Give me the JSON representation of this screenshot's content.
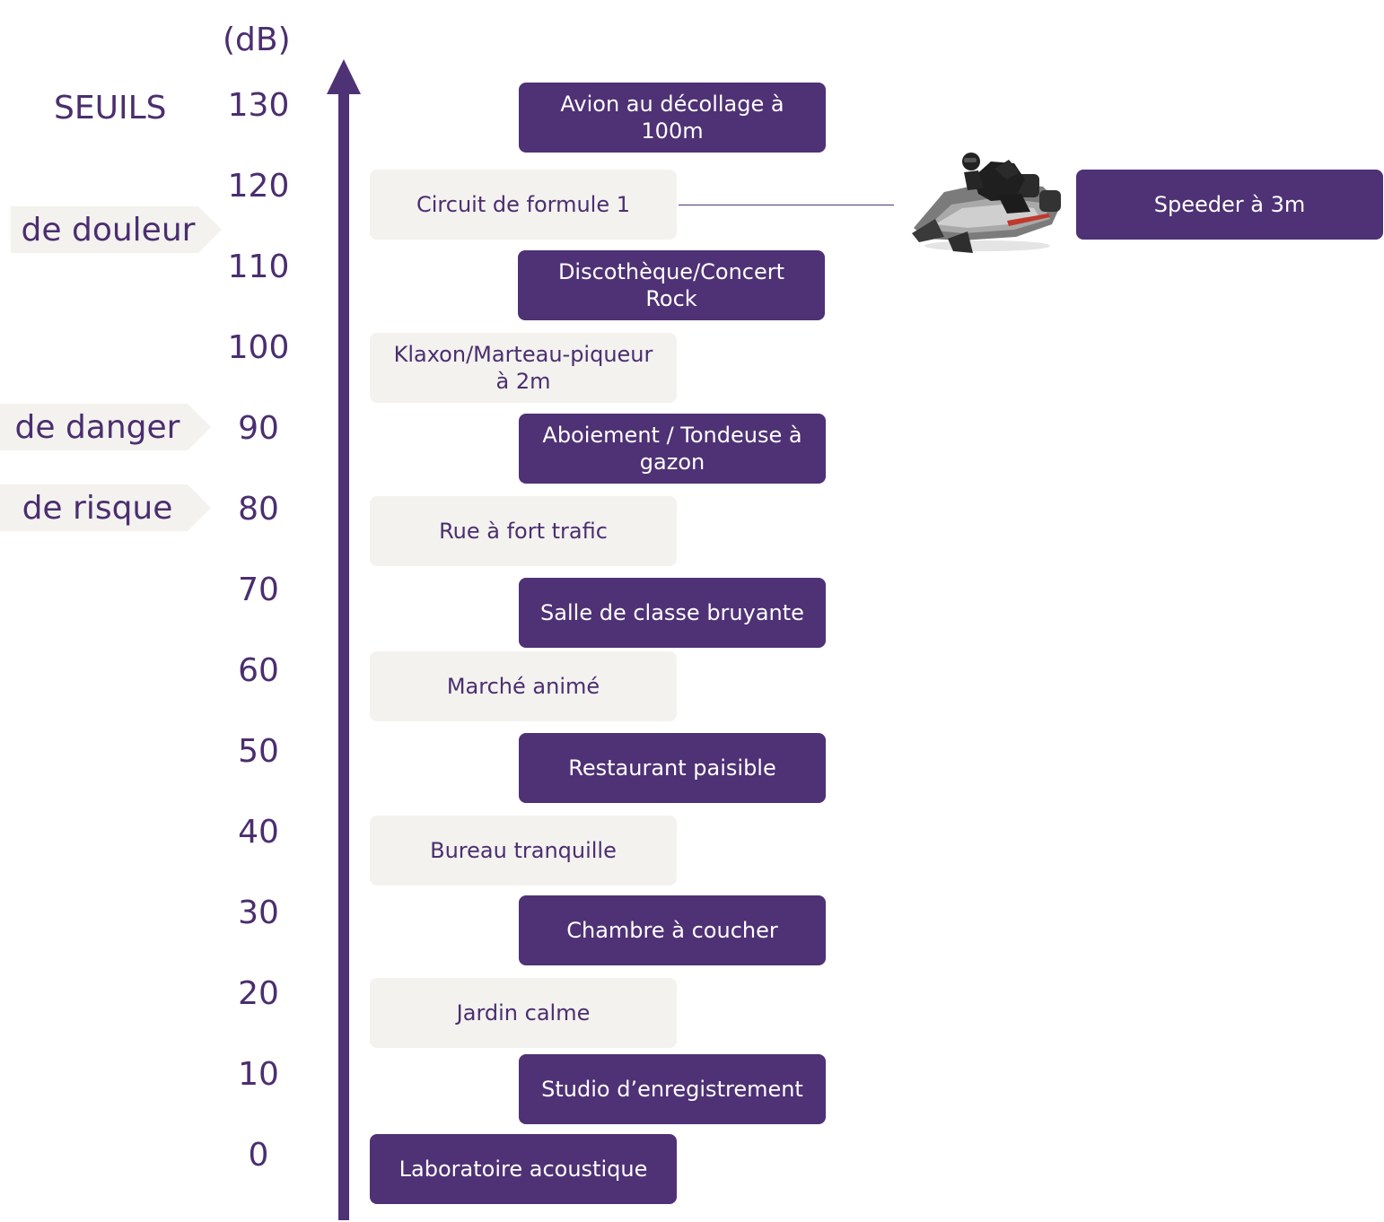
{
  "axis": {
    "unit": "(dB)",
    "ticks": [
      "130",
      "120",
      "110",
      "100",
      "90",
      "80",
      "70",
      "60",
      "50",
      "40",
      "30",
      "20",
      "10",
      "0"
    ]
  },
  "thresholds": {
    "title": "SEUILS",
    "items": [
      {
        "label": "de douleur"
      },
      {
        "label": "de danger"
      },
      {
        "label": "de risque"
      }
    ]
  },
  "sounds": [
    {
      "label": "Avion au décollage à 100m",
      "style": "dark"
    },
    {
      "label": "Circuit de formule 1",
      "style": "light"
    },
    {
      "label": "Discothèque/Concert Rock",
      "style": "dark"
    },
    {
      "label": "Klaxon/Marteau-piqueur à 2m",
      "style": "light"
    },
    {
      "label": "Aboiement / Tondeuse à gazon",
      "style": "dark"
    },
    {
      "label": "Rue à fort trafic",
      "style": "light"
    },
    {
      "label": "Salle de classe bruyante",
      "style": "dark"
    },
    {
      "label": "Marché animé",
      "style": "light"
    },
    {
      "label": "Restaurant paisible",
      "style": "dark"
    },
    {
      "label": "Bureau tranquille",
      "style": "light"
    },
    {
      "label": "Chambre à coucher",
      "style": "dark"
    },
    {
      "label": "Jardin calme",
      "style": "light"
    },
    {
      "label": "Studio d’enregistrement",
      "style": "dark"
    },
    {
      "label": "Laboratoire acoustique",
      "style": "dark"
    }
  ],
  "comparison": {
    "label": "Speeder à 3m",
    "icon": "speeder-vehicle-icon"
  },
  "colors": {
    "accent": "#4f3175",
    "light_box": "#f3f2ef",
    "text": "#4b2e6f"
  }
}
